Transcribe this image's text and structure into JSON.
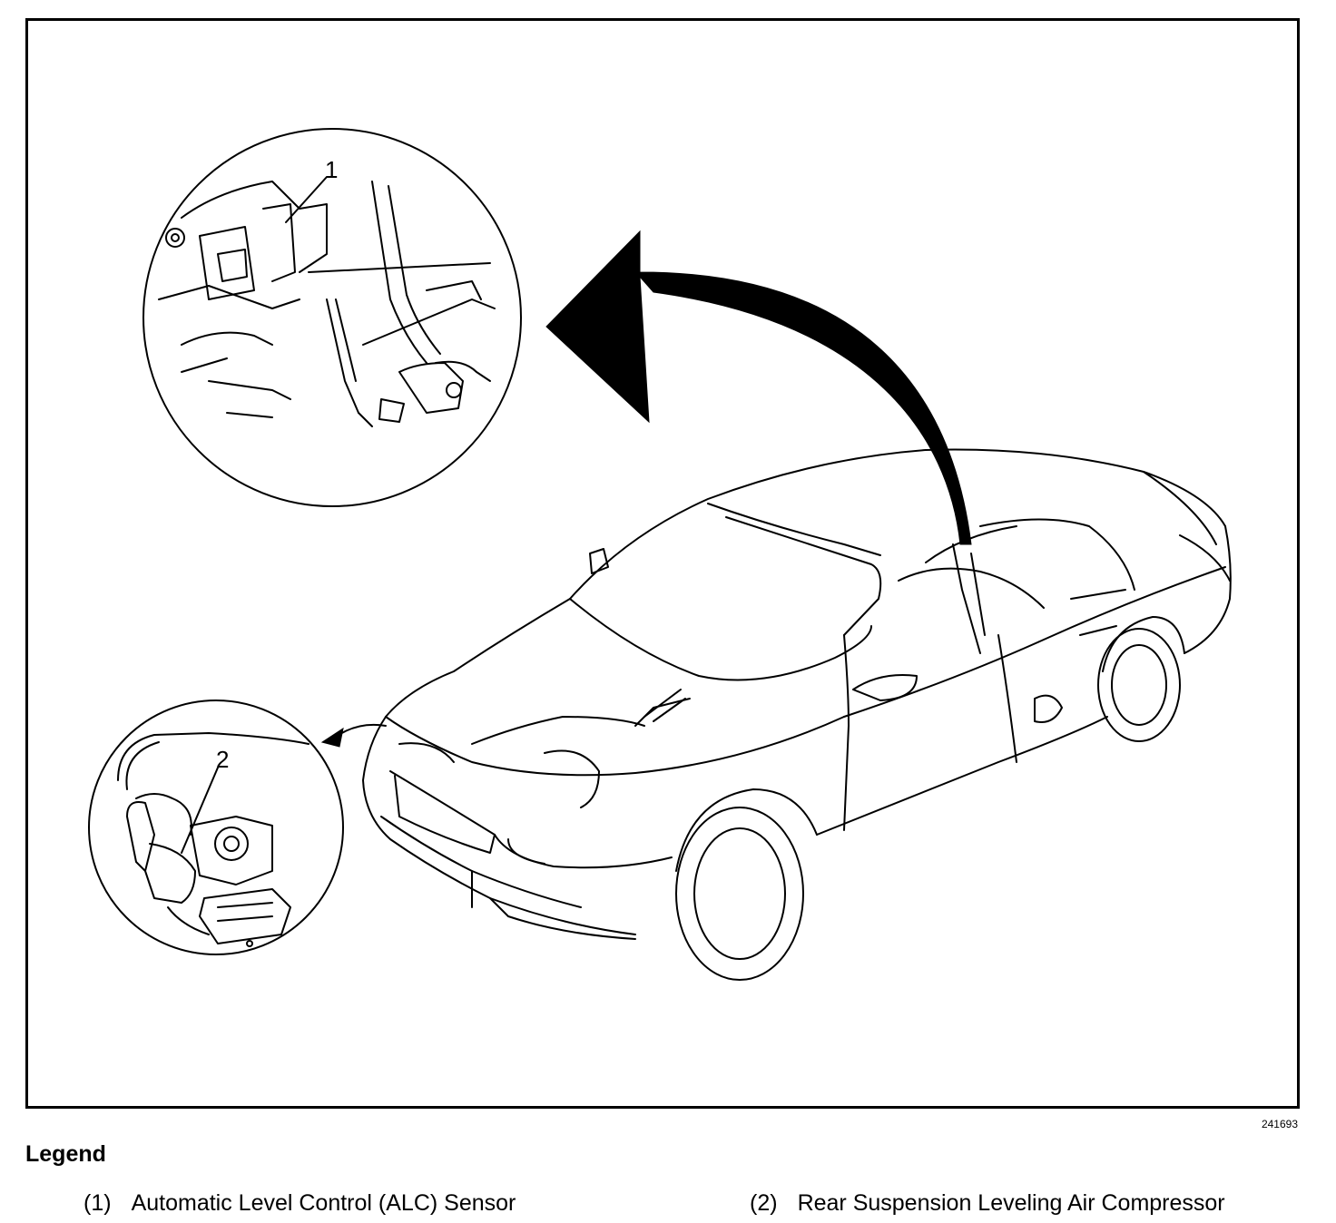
{
  "callouts": {
    "one": "1",
    "two": "2"
  },
  "figure_id": "241693",
  "legend": {
    "title": "Legend",
    "items": [
      {
        "number": "(1)",
        "label": "Automatic Level Control (ALC) Sensor"
      },
      {
        "number": "(2)",
        "label": "Rear Suspension Leveling Air Compressor"
      }
    ]
  }
}
